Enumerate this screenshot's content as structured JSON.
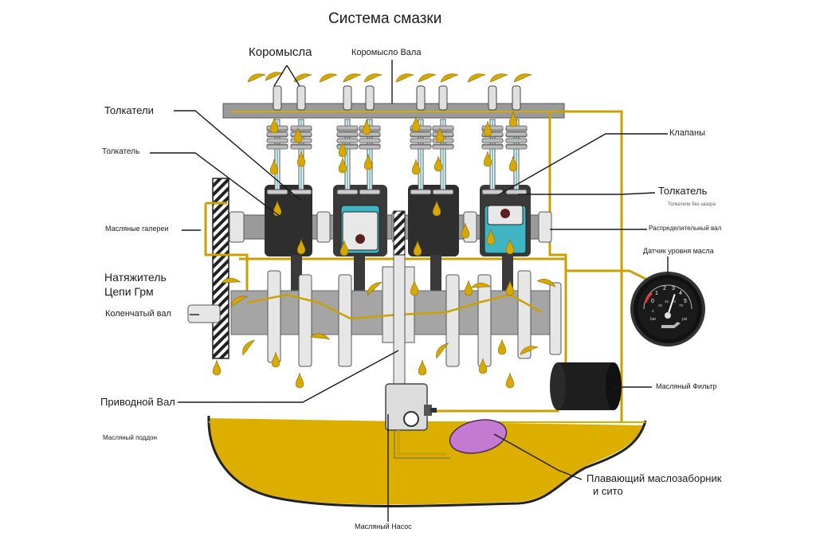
{
  "title": "Система смазки",
  "colors": {
    "oil": "#d6a800",
    "oil_line": "#c9a006",
    "sump": "#dcae00",
    "engine_gray": "#9a9a9a",
    "engine_dark": "#3a3a3a",
    "piston_cyan": "#3fb5c4",
    "pickup_purple": "#c57ad2",
    "leader_line": "#1a1a1a"
  },
  "labels": {
    "rockers": "Коромысла",
    "rocker_shaft": "Коромысло Вала",
    "pushrods": "Толкатели",
    "pushrod": "Толкатель",
    "valves": "Клапаны",
    "lifter": "Толкатель",
    "lifter_sub": "Толкатели без зазора",
    "oil_galleries": "Масляные галереи",
    "camshaft": "Распределительный вал",
    "oil_level_sensor": "Датчик уровня масла",
    "timing_tensioner_line1": "Натяжитель",
    "timing_tensioner_line2": "Цепи Грм",
    "crankshaft": "Коленчатый вал",
    "drive_shaft": "Приводной Вал",
    "oil_filter": "Масляный Фильтр",
    "oil_pan": "Масляный поддон",
    "pickup_line1": "Плавающий маслозаборник",
    "pickup_line2": "и сито",
    "oil_pump": "Масляный Насос"
  },
  "gauge": {
    "ticks": [
      "0",
      "1",
      "2",
      "3",
      "4",
      "5"
    ],
    "unit_left": "bar",
    "unit_right": "psi",
    "scale_inner": [
      "0",
      "30",
      "45",
      "60",
      "75"
    ],
    "pressure_bar": 3
  },
  "icons": [
    "oil-drop-icon",
    "oil-can-icon"
  ]
}
